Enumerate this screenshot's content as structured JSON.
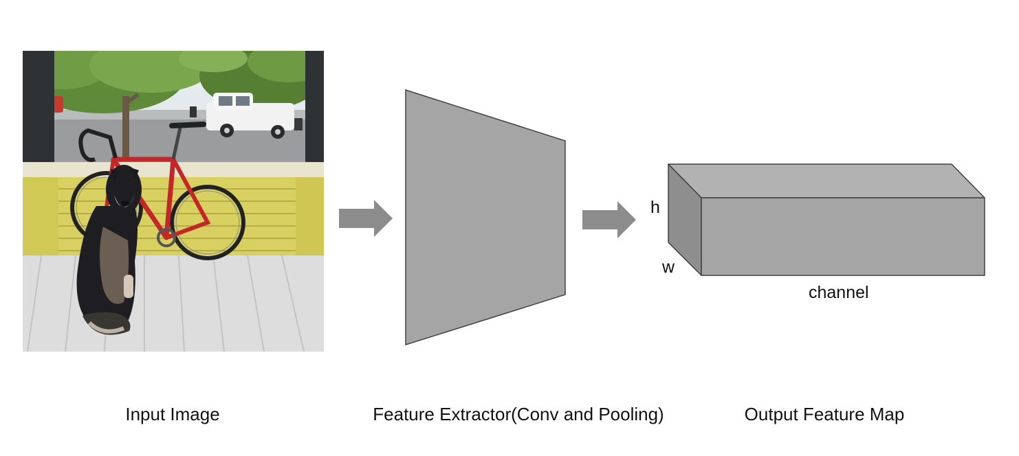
{
  "captions": {
    "input": "Input Image",
    "extractor": "Feature Extractor(Conv and Pooling)",
    "output": "Output Feature Map"
  },
  "feature_map_dims": {
    "height": "h",
    "width": "w",
    "channel": "channel"
  },
  "colors": {
    "arrow": "#8c8c8c",
    "extractor_fill": "#a5a5a5",
    "box_top": "#b2b2b2",
    "box_front": "#a5a5a5",
    "box_side": "#8e8e8e",
    "outline": "#404040"
  }
}
